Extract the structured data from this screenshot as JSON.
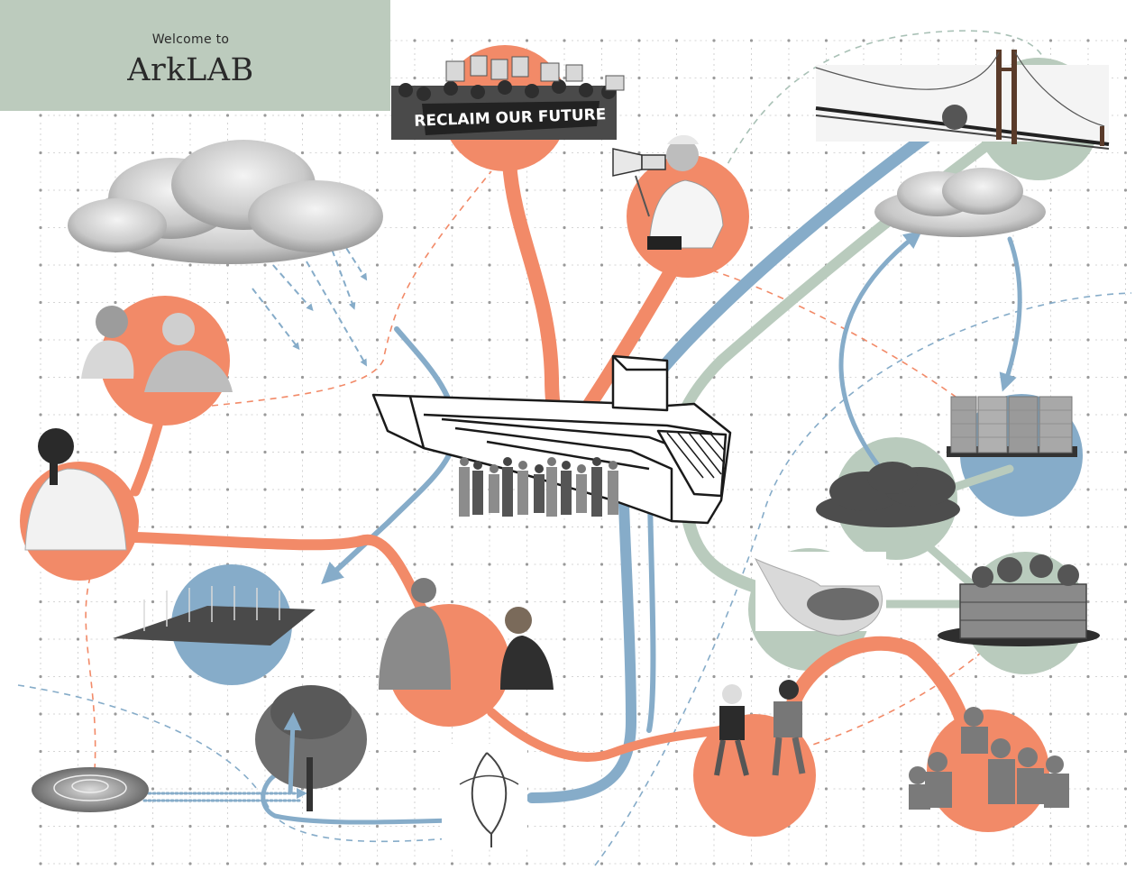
{
  "header": {
    "welcome": "Welcome to",
    "title": "ArkLAB"
  },
  "banner": {
    "text": "RECLAIM OUR FUTURE"
  },
  "colors": {
    "header_bg": "#bccbbd",
    "orange": "#f28a68",
    "blue": "#86acc9",
    "green": "#b9cbbd",
    "dark": "#1e1e1e",
    "grid_dot": "#c8c8c8"
  },
  "icons": [
    "cloud-icon",
    "rain-icon",
    "protest-crowd-icon",
    "megaphone-person-icon",
    "suspension-bridge-icon",
    "water-tanks-icon",
    "shrub-icon",
    "seeds-in-hands-icon",
    "compost-planter-icon",
    "children-running-icon",
    "children-group-icon",
    "wind-turbine-icon",
    "willow-tree-icon",
    "water-ripple-icon",
    "fountain-plaza-icon",
    "people-talking-icon",
    "young-man-thinking-icon",
    "women-chatting-icon",
    "building-outline-icon",
    "crowd-under-building-icon"
  ]
}
